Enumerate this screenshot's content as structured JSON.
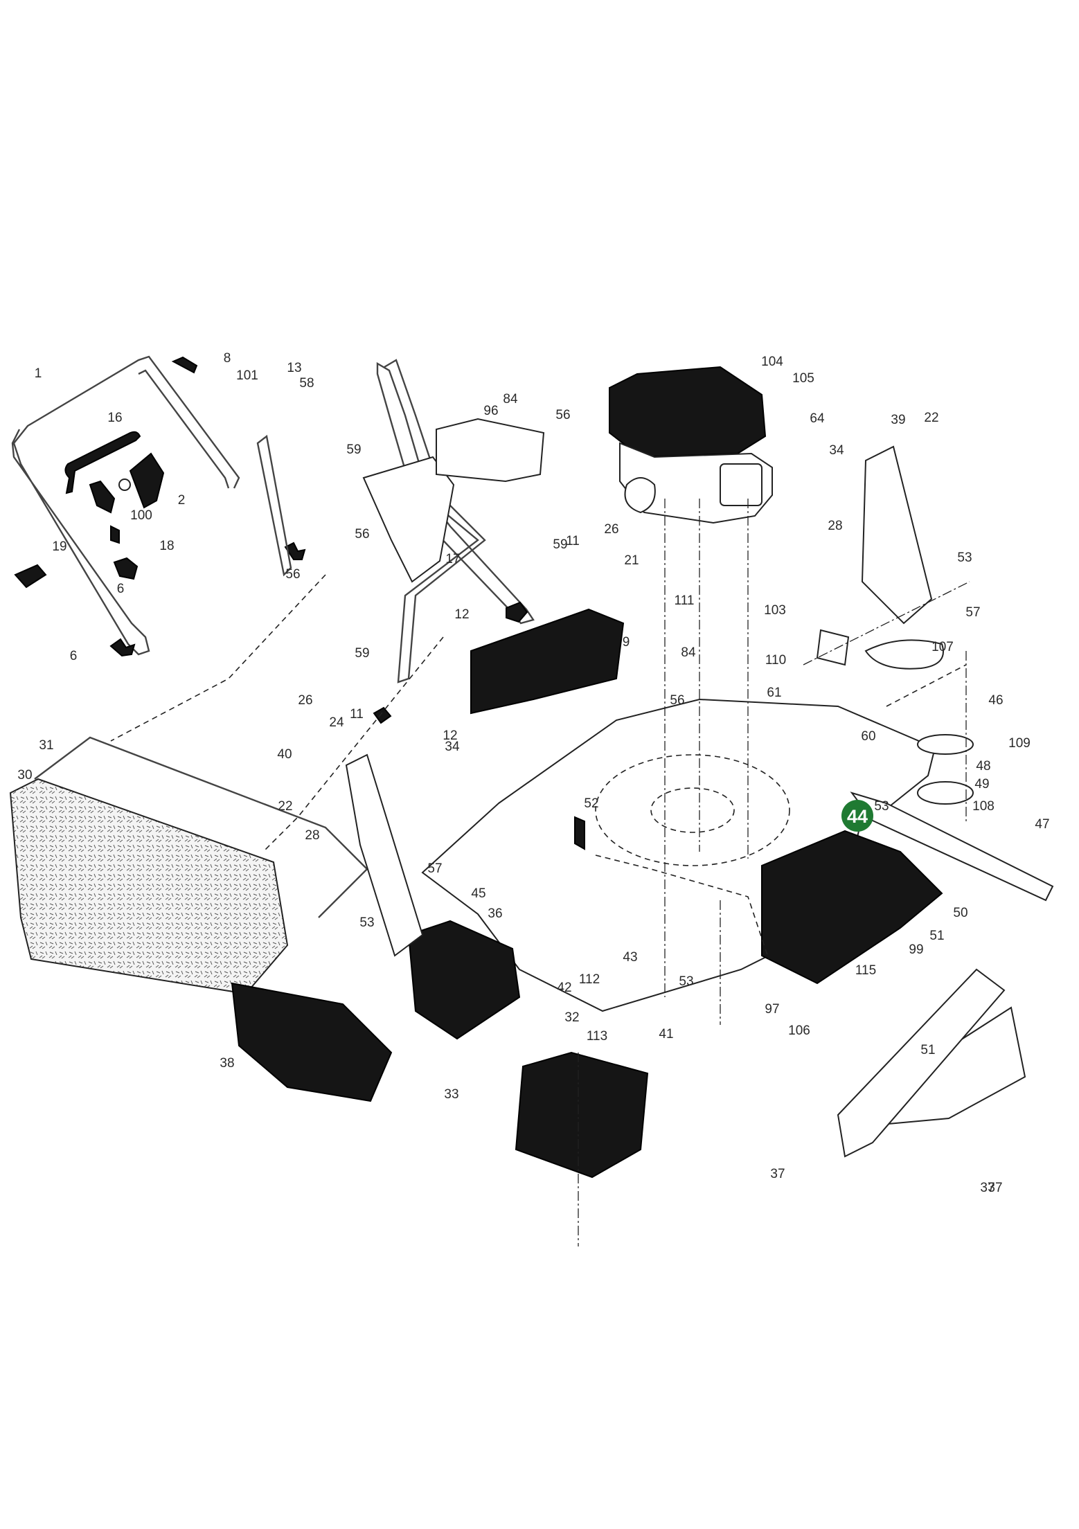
{
  "diagram": {
    "highlight": {
      "label": "44",
      "color": "#1f7a32"
    },
    "labels": [
      "1",
      "8",
      "101",
      "16",
      "100",
      "2",
      "19",
      "18",
      "6",
      "6",
      "13",
      "58",
      "59",
      "84",
      "96",
      "56",
      "56",
      "17",
      "56",
      "64",
      "104",
      "105",
      "39",
      "22",
      "34",
      "28",
      "53",
      "57",
      "59",
      "11",
      "26",
      "21",
      "12",
      "111",
      "84",
      "9",
      "56",
      "103",
      "107",
      "110",
      "61",
      "60",
      "46",
      "109",
      "48",
      "49",
      "108",
      "53",
      "47",
      "50",
      "59",
      "11",
      "26",
      "24",
      "12",
      "34",
      "40",
      "22",
      "28",
      "53",
      "57",
      "31",
      "30",
      "52",
      "45",
      "36",
      "43",
      "42",
      "112",
      "53",
      "97",
      "115",
      "99",
      "51",
      "51",
      "113",
      "41",
      "106",
      "32",
      "33",
      "38",
      "37",
      "37",
      "37"
    ]
  }
}
